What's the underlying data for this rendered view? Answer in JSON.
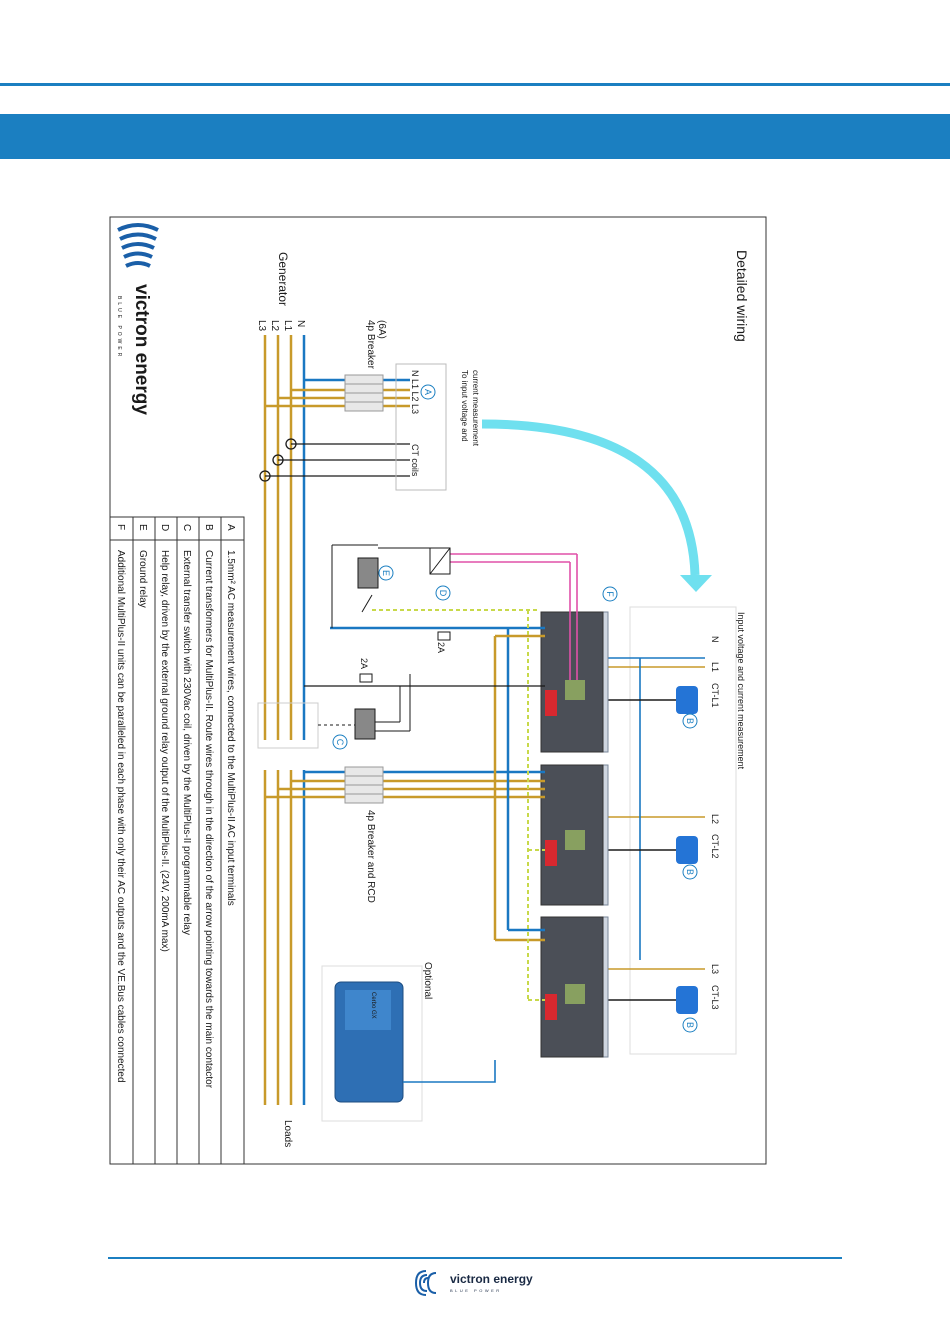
{
  "diagram": {
    "title": "Detailed wiring",
    "generator_label": "Generator",
    "generator_lines": [
      "N",
      "L1",
      "L2",
      "L3"
    ],
    "breaker_6a": "4p Breaker\n(6A)",
    "input_terminals": "N L1 L2 L3",
    "ct_coils": "CT coils",
    "to_input_label": "To input voltage and\ncurrent measurement",
    "input_measure_label": "Input voltage and current measurement",
    "phase_labels": {
      "n": "N",
      "l1": "L1",
      "ct_l1": "CT-L1",
      "l2": "L2",
      "ct_l2": "CT-L2",
      "l3": "L3",
      "ct_l3": "CT-L3"
    },
    "fuse_2a_top": "2A",
    "fuse_2a_mid": "2A",
    "breaker_rcd": "4p Breaker and RCD",
    "optional": "Optional",
    "loads": "Loads",
    "markers": [
      "A",
      "B",
      "C",
      "D",
      "E",
      "F"
    ],
    "gx_label": "Cerbo GX",
    "logo_text": "victron energy",
    "logo_sub": "BLUE POWER"
  },
  "legend": [
    {
      "key": "A",
      "text": "1.5mm² AC measurement wires, connected to the MultiPlus-II AC input terminals"
    },
    {
      "key": "B",
      "text": "Current transformers for MultiPlus-II. Route wires through in the direction of the arrow pointing towards the main contactor"
    },
    {
      "key": "C",
      "text": "External transfer switch with 230Vac coil, driven by the MultiPlus-II programmable relay"
    },
    {
      "key": "D",
      "text": "Help relay, driven by the external ground relay output of the MultiPlus-II.  (24V, 200mA max)"
    },
    {
      "key": "E",
      "text": "Ground relay"
    },
    {
      "key": "F",
      "text": "Additional MultiPlus-II units can be paralleled in each phase with only their AC outputs and the VE.Bus cables connected"
    }
  ],
  "footer": {
    "logo_text": "victron energy",
    "logo_sub": "BLUE POWER"
  },
  "colors": {
    "brand_blue": "#1b7fc1",
    "wire_neutral": "#1a78c2",
    "wire_phase": "#c89a2a",
    "wire_ground": "#c8d94a",
    "wire_pink": "#e050a8",
    "arrow": "#6fe0ef",
    "ct_blue": "#2474d6"
  }
}
